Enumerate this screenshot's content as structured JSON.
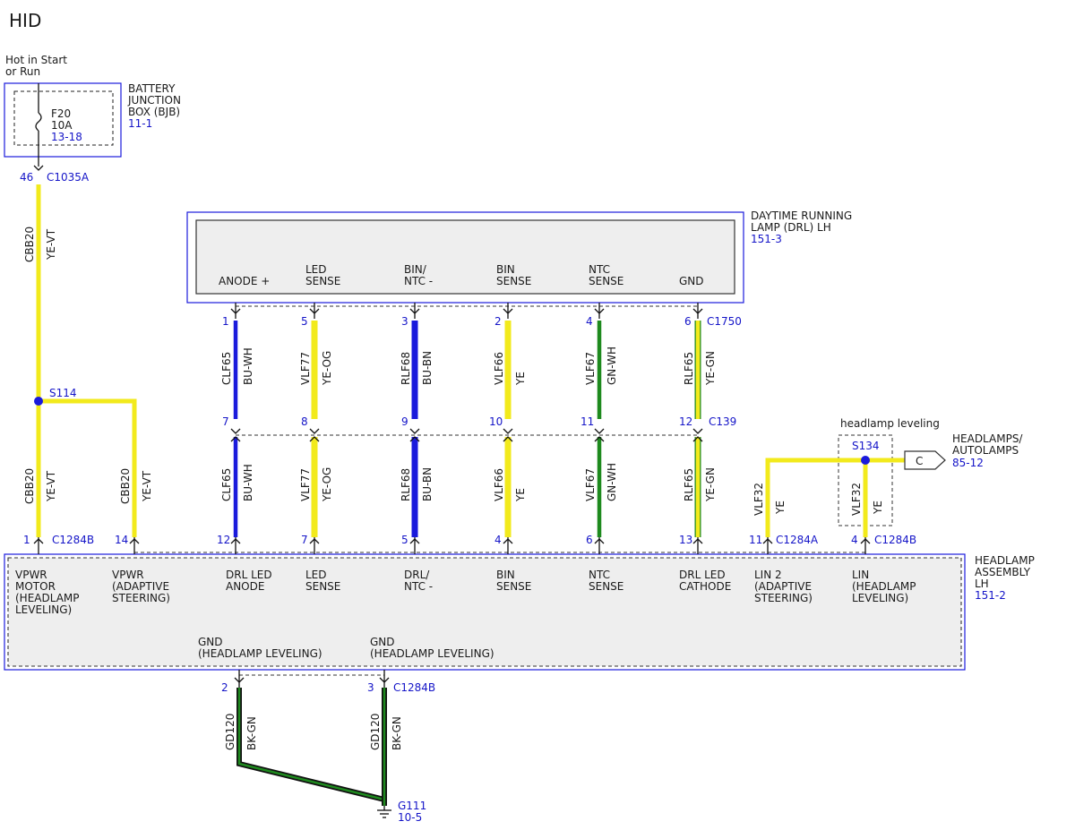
{
  "title": "HID",
  "source": {
    "lines": [
      "Hot in Start",
      "or Run"
    ]
  },
  "bjb": {
    "name": [
      "BATTERY",
      "JUNCTION",
      "BOX (BJB)"
    ],
    "ref": "11-1",
    "fuse": "F20",
    "rating": "10A",
    "fuse_ref": "13-18",
    "pin": "46",
    "connector": "C1035A"
  },
  "feed": {
    "circuit": "CBB20",
    "color": "YE-VT"
  },
  "splice_s114": "S114",
  "drl": {
    "name": [
      "DAYTIME RUNNING",
      "LAMP (DRL) LH"
    ],
    "ref": "151-3",
    "connector": "C1750",
    "pins": [
      {
        "label": [
          "ANODE +"
        ],
        "pin": "1"
      },
      {
        "label": [
          "LED",
          "SENSE"
        ],
        "pin": "5"
      },
      {
        "label": [
          "BIN/",
          "NTC -"
        ],
        "pin": "3"
      },
      {
        "label": [
          "BIN",
          "SENSE"
        ],
        "pin": "2"
      },
      {
        "label": [
          "NTC",
          "SENSE"
        ],
        "pin": "4"
      },
      {
        "label": [
          "GND"
        ],
        "pin": "6"
      }
    ]
  },
  "inline": {
    "connector": "C139",
    "pins": [
      "7",
      "8",
      "9",
      "10",
      "11",
      "12"
    ]
  },
  "wires": [
    {
      "circuit": "CLF65",
      "color": "BU-WH",
      "ha_pin": "12"
    },
    {
      "circuit": "VLF77",
      "color": "YE-OG",
      "ha_pin": "7"
    },
    {
      "circuit": "RLF68",
      "color": "BU-BN",
      "ha_pin": "5"
    },
    {
      "circuit": "VLF66",
      "color": "YE",
      "ha_pin": "4"
    },
    {
      "circuit": "VLF67",
      "color": "GN-WH",
      "ha_pin": "6"
    },
    {
      "circuit": "RLF65",
      "color": "YE-GN",
      "ha_pin": "13"
    }
  ],
  "leveling": {
    "note": "headlamp leveling",
    "splice": "S134",
    "offpage": "C",
    "offpage_name": [
      "HEADLAMPS/",
      "AUTOLAMPS"
    ],
    "offpage_ref": "85-12",
    "wire_a": {
      "circuit": "VLF32",
      "color": "YE",
      "pin": "11",
      "connector": "C1284A"
    },
    "wire_b": {
      "circuit": "VLF32",
      "color": "YE",
      "pin": "4",
      "connector": "C1284B"
    }
  },
  "headlamp": {
    "name": [
      "HEADLAMP",
      "ASSEMBLY",
      "LH"
    ],
    "ref": "151-2",
    "motor_pin": "1",
    "motor_connector": "C1284B",
    "steer_pin": "14",
    "pin_labels": [
      [
        "VPWR",
        "MOTOR",
        "(HEADLAMP",
        "LEVELING)"
      ],
      [
        "VPWR",
        "(ADAPTIVE",
        "STEERING)"
      ],
      [
        "DRL LED",
        "ANODE"
      ],
      [
        "LED",
        "SENSE"
      ],
      [
        "DRL/",
        "NTC -"
      ],
      [
        "BIN",
        "SENSE"
      ],
      [
        "NTC",
        "SENSE"
      ],
      [
        "DRL LED",
        "CATHODE"
      ],
      [
        "LIN 2",
        "(ADAPTIVE",
        "STEERING)"
      ],
      [
        "LIN",
        "(HEADLAMP",
        "LEVELING)"
      ]
    ],
    "gnd_labels": [
      [
        "GND",
        "(HEADLAMP LEVELING)"
      ],
      [
        "GND",
        "(HEADLAMP LEVELING)"
      ]
    ],
    "gnd_pins": [
      "2",
      "3"
    ],
    "gnd_connector": "C1284B"
  },
  "ground": {
    "circuit": "GD120",
    "color": "BK-GN",
    "name": "G111",
    "ref": "10-5"
  },
  "colors": {
    "blue": "#1a1adc",
    "yellow": "#f2ea1c",
    "green": "#1e8a1e",
    "black": "#111111",
    "outline": "#555555",
    "ref_text": "#1515c8"
  }
}
